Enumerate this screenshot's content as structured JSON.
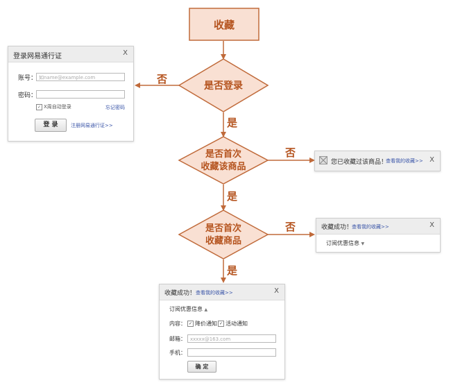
{
  "flow": {
    "start": "收藏",
    "decision1": "是否登录",
    "decision2": [
      "是否首次",
      "收藏该商品"
    ],
    "decision3": [
      "是否首次",
      "收藏商品"
    ],
    "yes": "是",
    "no": "否"
  },
  "login_panel": {
    "title": "登录网易通行证",
    "close": "X",
    "account_label": "账号：",
    "account_placeholder": "如name@example.com",
    "password_label": "密码：",
    "auto_login": "X周自动登录",
    "forgot": "忘记密码",
    "login_button": "登  录",
    "register": "注册网易通行证>>"
  },
  "already_panel": {
    "message": "您已收藏过该商品！",
    "view_link": "查看我的收藏>>",
    "close": "X"
  },
  "success_small": {
    "title": "收藏成功！",
    "view_link": "查看我的收藏>>",
    "close": "X",
    "subscribe": "订阅优惠信息",
    "arrow": "▼"
  },
  "success_large": {
    "title": "收藏成功！",
    "view_link": "查看我的收藏>>",
    "close": "X",
    "subscribe": "订阅优惠信息",
    "arrow": "▲",
    "content_label": "内容：",
    "option1": "降价通知",
    "option2": "活动通知",
    "email_label": "邮箱：",
    "email_placeholder": "xxxxx@163.com",
    "phone_label": "手机：",
    "confirm_button": "确  定"
  }
}
